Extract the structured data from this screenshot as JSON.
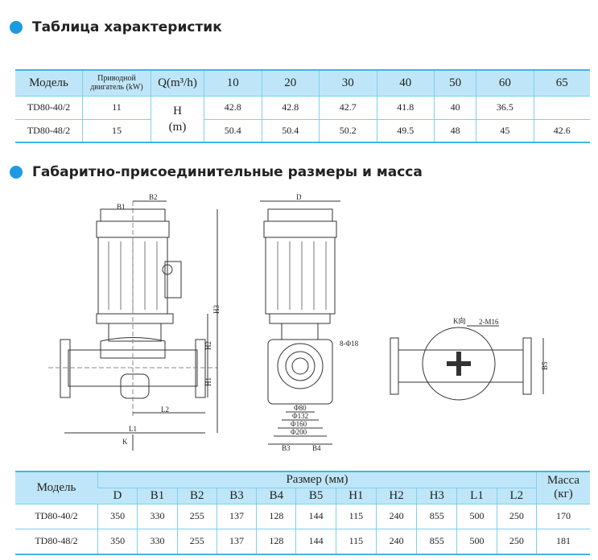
{
  "section1_title": "Таблица характеристик",
  "section2_title": "Габаритно-присоединительные размеры и масса",
  "perf_table": {
    "headers": {
      "model": "Модель",
      "motor_line1": "Приводной",
      "motor_line2": "двигатель (kW)",
      "flow": "Q(m³/h)"
    },
    "flows": [
      "10",
      "20",
      "30",
      "40",
      "50",
      "60",
      "65"
    ],
    "head_label_line1": "H",
    "head_label_line2": "(m)",
    "rows": [
      {
        "model": "TD80-40/2",
        "power": "11",
        "values": [
          "42.8",
          "42.8",
          "42.7",
          "41.8",
          "40",
          "36.5",
          ""
        ]
      },
      {
        "model": "TD80-48/2",
        "power": "15",
        "values": [
          "50.4",
          "50.4",
          "50.2",
          "49.5",
          "48",
          "45",
          "42.6"
        ]
      }
    ]
  },
  "drawing_labels": {
    "b1": "B1",
    "b2": "B2",
    "h3": "H3",
    "h2": "H2",
    "h1": "H1",
    "l2": "L2",
    "l1": "L1",
    "k": "K",
    "d": "D",
    "holes": "8-Φ18",
    "phi80": "Φ80",
    "phi132": "Φ132",
    "phi160": "Φ160",
    "phi200": "Φ200",
    "b3": "B3",
    "b4": "B4",
    "kview": "K向",
    "m16": "2-M16",
    "b5": "B5"
  },
  "dim_table": {
    "model_header": "Модель",
    "size_header": "Размер (мм)",
    "mass_header_line1": "Масса",
    "mass_header_line2": "(кг)",
    "columns": [
      "D",
      "B1",
      "B2",
      "B3",
      "B4",
      "B5",
      "H1",
      "H2",
      "H3",
      "L1",
      "L2"
    ],
    "rows": [
      {
        "model": "TD80-40/2",
        "values": [
          "350",
          "330",
          "255",
          "137",
          "128",
          "144",
          "115",
          "240",
          "855",
          "500",
          "250"
        ],
        "mass": "170"
      },
      {
        "model": "TD80-48/2",
        "values": [
          "350",
          "330",
          "255",
          "137",
          "128",
          "144",
          "115",
          "240",
          "855",
          "500",
          "250"
        ],
        "mass": "181"
      }
    ]
  }
}
